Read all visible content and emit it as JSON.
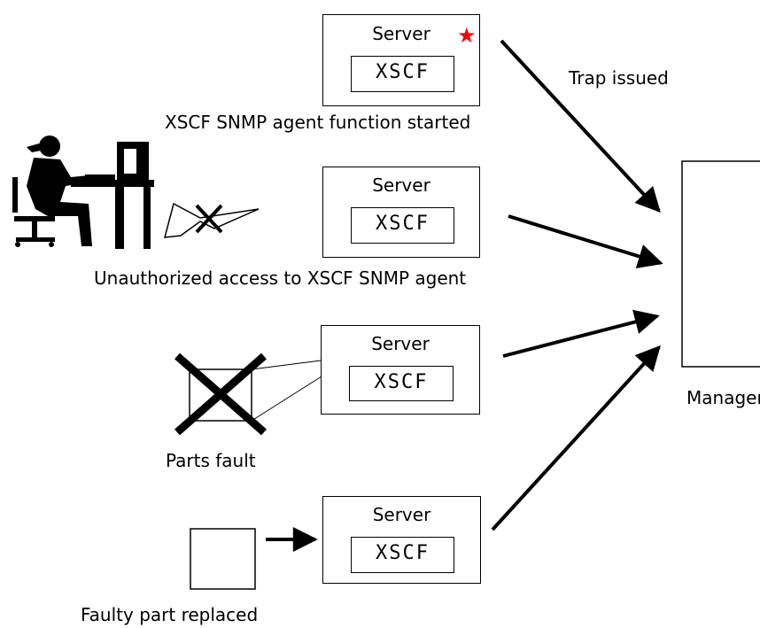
{
  "servers": [
    {
      "title": "Server",
      "board": "XSCF",
      "caption": "XSCF SNMP agent function started"
    },
    {
      "title": "Server",
      "board": "XSCF",
      "caption": "Unauthorized access to XSCF SNMP agent"
    },
    {
      "title": "Server",
      "board": "XSCF",
      "caption": "Parts fault"
    },
    {
      "title": "Server",
      "board": "XSCF",
      "caption": "Faulty part replaced"
    }
  ],
  "trap_label": "Trap issued",
  "manager_label": "Manager",
  "star_glyph": "★",
  "colors": {
    "star": "#ff0000",
    "line": "#000000"
  }
}
